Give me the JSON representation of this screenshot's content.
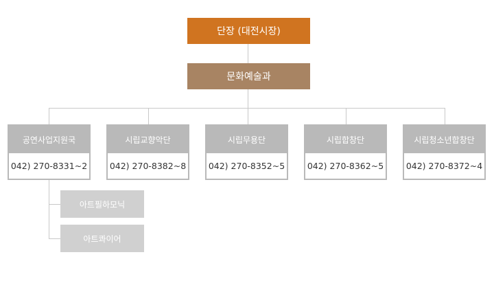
{
  "head": {
    "label": "단장 (대전시장)"
  },
  "department": {
    "label": "문화예술과"
  },
  "units": [
    {
      "name": "공연사업지원국",
      "phone": "042) 270-8331~2"
    },
    {
      "name": "시립교향악단",
      "phone": "042) 270-8382~8"
    },
    {
      "name": "시립무용단",
      "phone": "042) 270-8352~5"
    },
    {
      "name": "시립합창단",
      "phone": "042) 270-8362~5"
    },
    {
      "name": "시립청소년합창단",
      "phone": "042) 270-8372~4"
    }
  ],
  "sub_units": [
    {
      "name": "아트필하모닉"
    },
    {
      "name": "아트콰이어"
    }
  ]
}
